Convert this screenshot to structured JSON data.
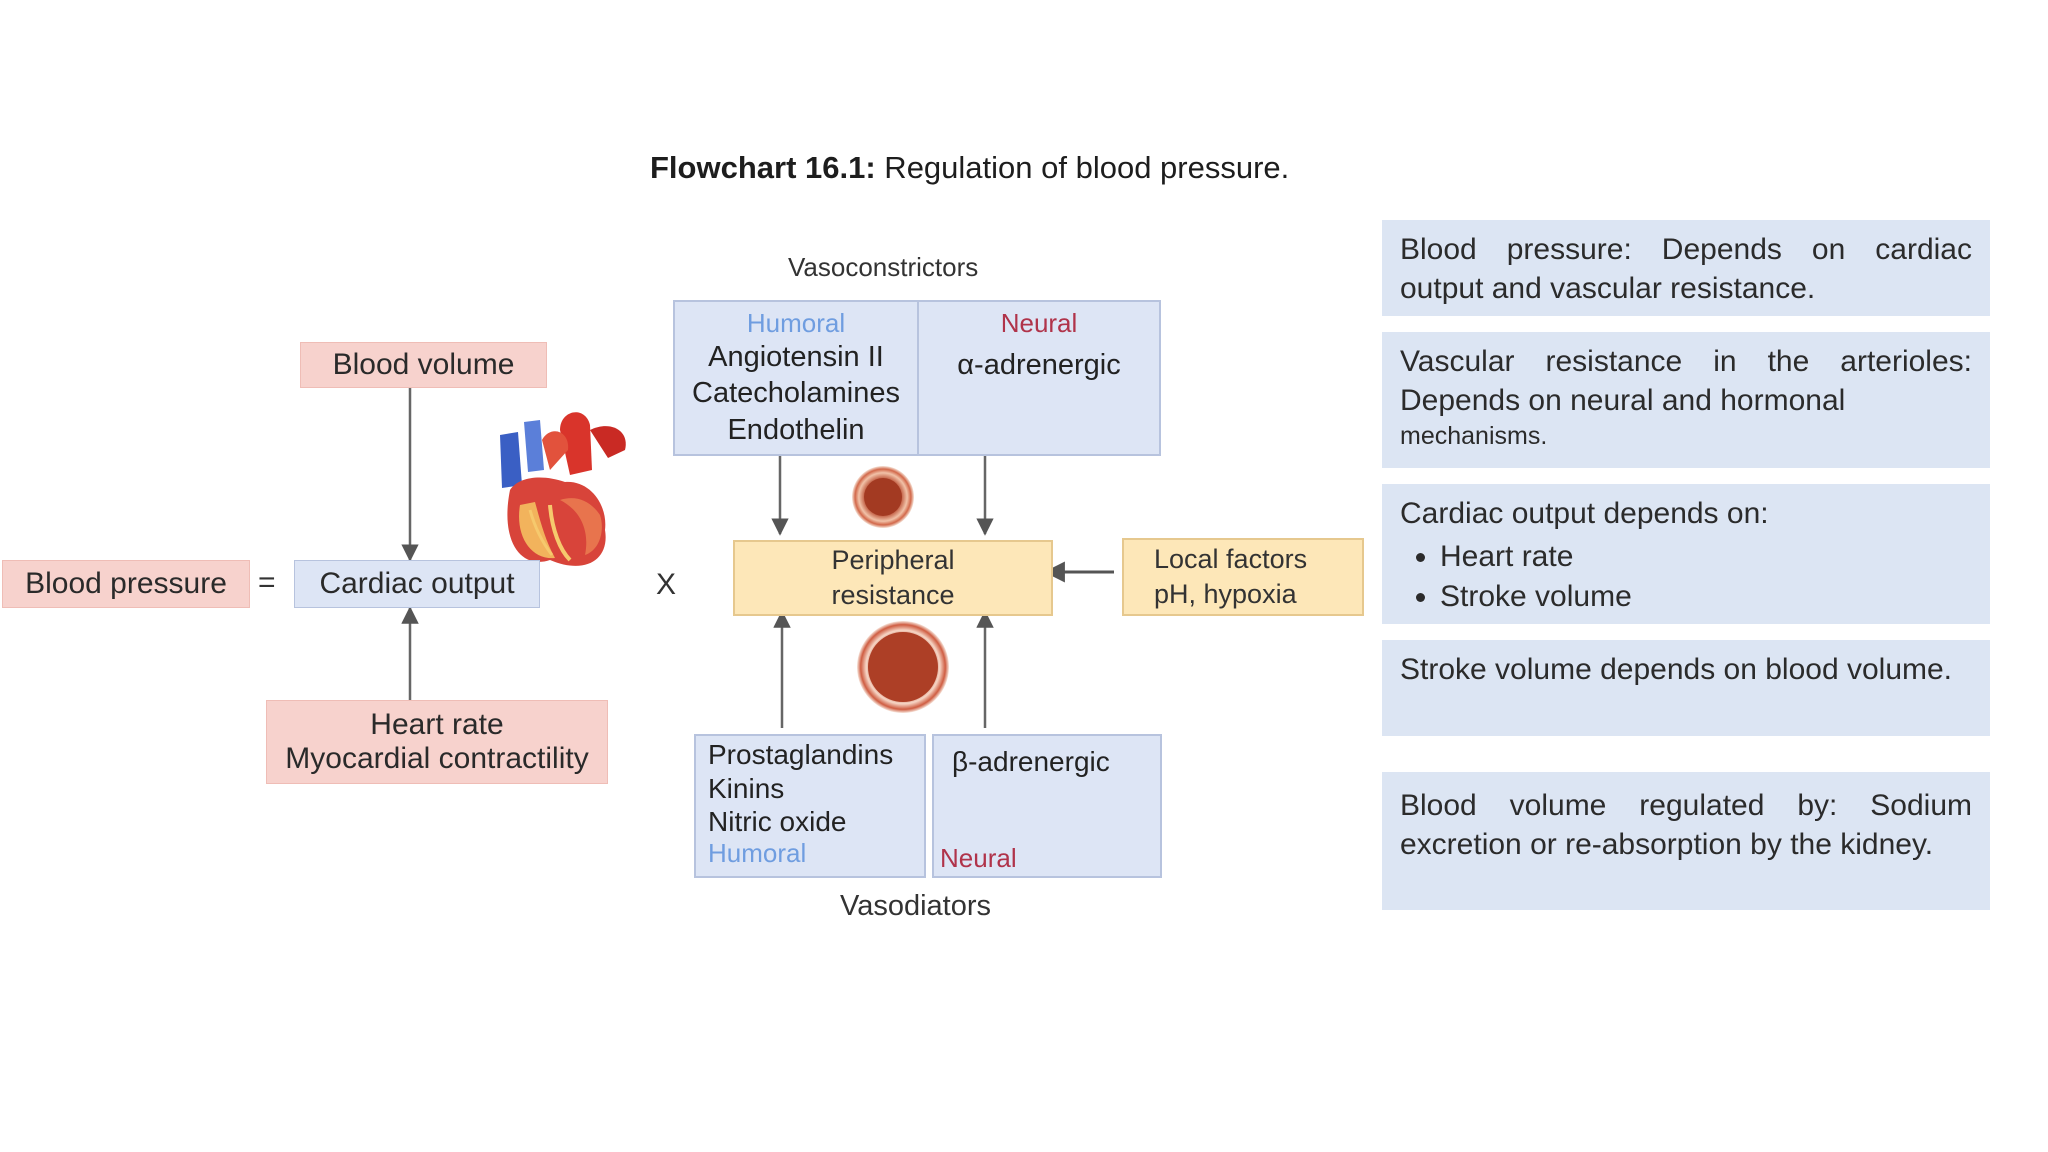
{
  "title": {
    "bold": "Flowchart 16.1:",
    "rest": " Regulation of blood pressure."
  },
  "left": {
    "blood_volume": "Blood volume",
    "blood_pressure": "Blood pressure",
    "equals": "=",
    "cardiac_output": "Cardiac output",
    "multiply": "X",
    "heart_rate": "Heart rate",
    "myocardial": "Myocardial contractility"
  },
  "vasoconstrictors": {
    "label": "Vasoconstrictors",
    "humoral_heading": "Humoral",
    "humoral_items": [
      "Angiotensin II",
      "Catecholamines",
      "Endothelin"
    ],
    "neural_heading": "Neural",
    "neural_item": "α-adrenergic"
  },
  "peripheral": {
    "line1": "Peripheral",
    "line2": "resistance"
  },
  "local_factors": {
    "line1": "Local factors",
    "line2": "pH, hypoxia"
  },
  "vasodilators": {
    "label": "Vasodiators",
    "humoral_items": [
      "Prostaglandins",
      "Kinins",
      "Nitric oxide"
    ],
    "humoral_heading": "Humoral",
    "neural_item": "β-adrenergic",
    "neural_heading": "Neural"
  },
  "notes": {
    "bp": "Blood pressure: Depends on cardiac output and vascular resistance.",
    "vr_line1": "Vascular resistance in the arterioles: Depends on neural and hormonal",
    "vr_line2": "mechanisms.",
    "co_heading": "Cardiac output depends on:",
    "co_items": [
      "Heart rate",
      "Stroke volume"
    ],
    "sv": "Stroke volume depends on blood volume.",
    "bv": "Blood volume regulated by: Sodium excretion or re-absorption by the kidney."
  },
  "colors": {
    "pink": "#f7d2cd",
    "blue": "#dde5f5",
    "yellow": "#fde7b8",
    "humoral": "#6f9de0",
    "neural": "#b0334a"
  }
}
